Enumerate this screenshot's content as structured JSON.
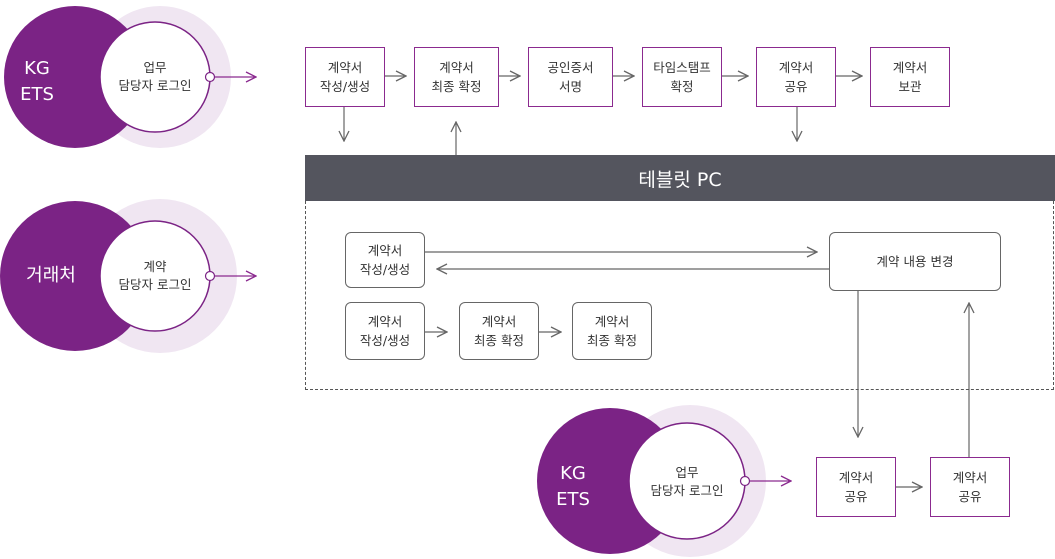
{
  "actors": [
    {
      "id": "kg1",
      "label_lines": [
        "KG",
        "ETS"
      ],
      "role_lines": [
        "업무",
        "담당자 로그인"
      ]
    },
    {
      "id": "partner",
      "label_lines": [
        "거래처"
      ],
      "role_lines": [
        "계약",
        "담당자 로그인"
      ]
    },
    {
      "id": "kg2",
      "label_lines": [
        "KG",
        "ETS"
      ],
      "role_lines": [
        "업무",
        "담당자 로그인"
      ]
    }
  ],
  "top_flow": [
    [
      "계약서",
      "작성/생성"
    ],
    [
      "계약서",
      "최종 확정"
    ],
    [
      "공인증서",
      "서명"
    ],
    [
      "타임스탬프",
      "확정"
    ],
    [
      "계약서",
      "공유"
    ],
    [
      "계약서",
      "보관"
    ]
  ],
  "tablet": {
    "title": "테블릿 PC"
  },
  "partner_flow": {
    "row1_left": [
      "계약서",
      "작성/생성"
    ],
    "change": [
      "계약 내용 변경"
    ],
    "row2": [
      [
        "계약서",
        "작성/생성"
      ],
      [
        "계약서",
        "최종 확정"
      ],
      [
        "계약서",
        "최종 확정"
      ]
    ]
  },
  "bottom_flow": [
    [
      "계약서",
      "공유"
    ],
    [
      "계약서",
      "공유"
    ]
  ],
  "colors": {
    "accent": "#7b2385",
    "accent_light": "#f0e6f2",
    "box_border": "#8b2a8f",
    "tablet_bar": "#54555e",
    "arrow": "#666666"
  }
}
